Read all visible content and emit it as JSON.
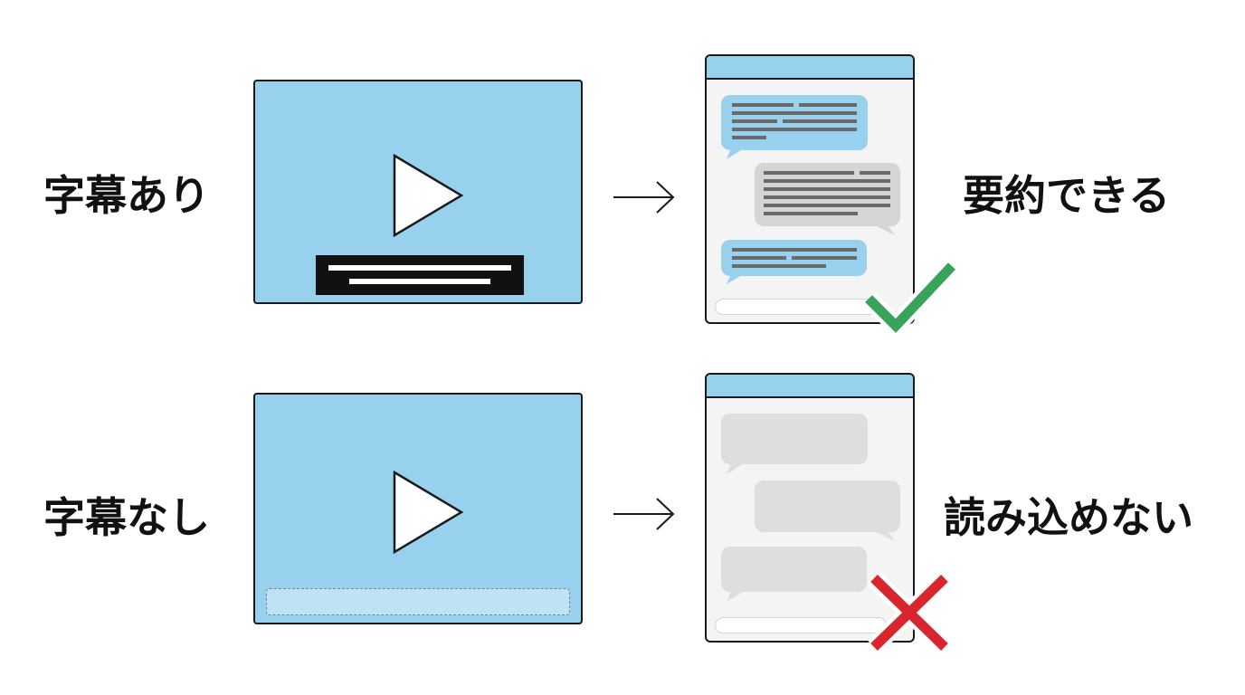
{
  "rows": [
    {
      "label": "字幕あり",
      "result": "要約できる",
      "subtitles_shown": true,
      "outcome_icon": "check-icon",
      "outcome_color": "#3aa35b"
    },
    {
      "label": "字幕なし",
      "result": "読み込めない",
      "subtitles_shown": false,
      "outcome_icon": "cross-icon",
      "outcome_color": "#d8262c"
    }
  ],
  "icons": {
    "video": "play-icon",
    "flow": "arrow-right-icon"
  },
  "colors": {
    "video_bg": "#97d1ee",
    "user_bubble": "#97d1ee",
    "ai_bubble": "#d5d5d5",
    "empty_bubble": "#dedede",
    "outline": "#1a1a1a"
  }
}
